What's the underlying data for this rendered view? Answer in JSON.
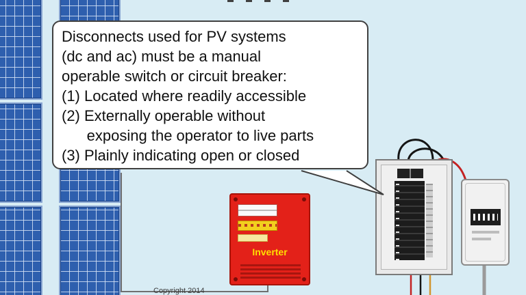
{
  "callout": {
    "lines": [
      "Disconnects used for PV systems",
      "(dc and ac) must be a manual",
      "operable switch or circuit breaker:",
      "(1) Located where readily accessible",
      "(2) Externally operable without",
      "      exposing the operator to live parts",
      "(3) Plainly indicating open or closed"
    ]
  },
  "inverter": {
    "label": "Inverter",
    "body_color": "#e32119",
    "label_color": "#ffdf00"
  },
  "copyright_text": "Copyright 2014",
  "colors": {
    "background": "#d8ecf4",
    "solar_panel": "#2e5fae",
    "wire_red": "#c32222",
    "wire_black": "#151515",
    "wire_orange": "#d2952f"
  }
}
